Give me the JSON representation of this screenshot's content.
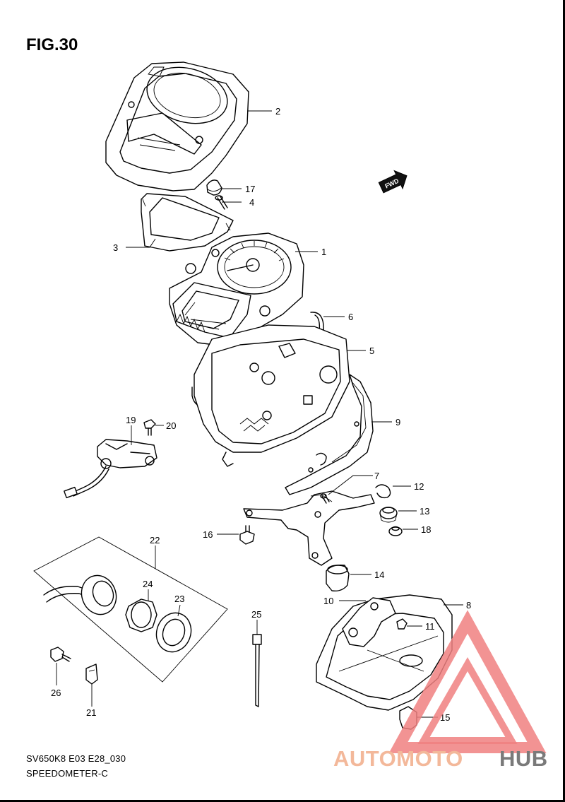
{
  "figure": {
    "title": "FIG.30",
    "model_code": "SV650K8 E03 E28_030",
    "diagram_name": "SPEEDOMETER-C"
  },
  "fwd_badge": "FWD",
  "callouts": [
    "1",
    "2",
    "3",
    "4",
    "5",
    "6",
    "7",
    "8",
    "9",
    "10",
    "11",
    "12",
    "13",
    "14",
    "15",
    "16",
    "17",
    "18",
    "19",
    "20",
    "21",
    "22",
    "23",
    "24",
    "25",
    "26"
  ],
  "watermark": {
    "part_a": "AUTOMOTO",
    "part_b": "HUB",
    "color_a": "#f3b89a",
    "color_b": "#7a7a7a",
    "triangle_color": "#f08080"
  }
}
